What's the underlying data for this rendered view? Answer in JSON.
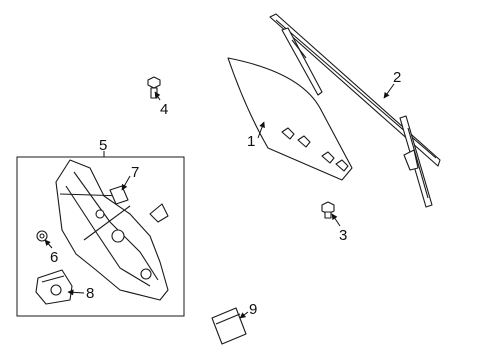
{
  "diagram": {
    "callouts": [
      {
        "id": "1",
        "label": "1",
        "part": "door-glass"
      },
      {
        "id": "2",
        "label": "2",
        "part": "glass-run-channel"
      },
      {
        "id": "3",
        "label": "3",
        "part": "glass-bolt"
      },
      {
        "id": "4",
        "label": "4",
        "part": "mounting-bolt"
      },
      {
        "id": "5",
        "label": "5",
        "part": "window-regulator-assembly"
      },
      {
        "id": "6",
        "label": "6",
        "part": "nut"
      },
      {
        "id": "7",
        "label": "7",
        "part": "regulator-bracket"
      },
      {
        "id": "8",
        "label": "8",
        "part": "window-motor"
      },
      {
        "id": "9",
        "label": "9",
        "part": "control-module"
      }
    ],
    "colors": {
      "line": "#1a1a1a",
      "background": "#ffffff"
    }
  }
}
